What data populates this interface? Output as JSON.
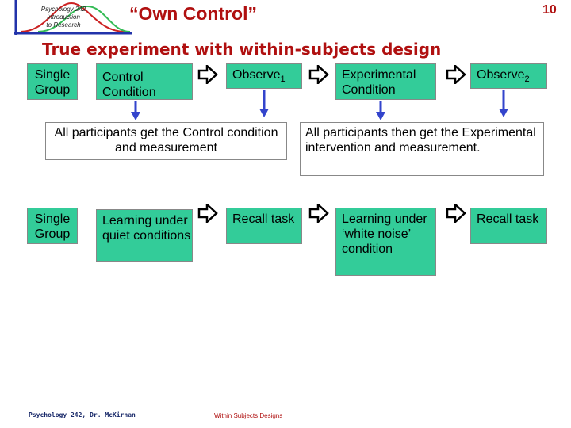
{
  "slide": {
    "title": "“Own Control”",
    "page_number": "10",
    "subtitle": "True experiment with within-subjects design"
  },
  "logo": {
    "line1": "Psychology 242",
    "line2": "Introduction",
    "line3": "to Research"
  },
  "row1": {
    "group": "Single Group",
    "step1": "Control Condition",
    "step2": "Observe",
    "step2_sub": "1",
    "step3": "Experimental Condition",
    "step4": "Observe",
    "step4_sub": "2"
  },
  "notes": {
    "left": "All participants get the Control condition and measurement",
    "right": "All participants then get the Experimental intervention and measurement."
  },
  "row2": {
    "group": "Single Group",
    "step1": "Learning under quiet conditions",
    "step2": "Recall task",
    "step3": "Learning under ‘white noise’ condition",
    "step4": "Recall task"
  },
  "footer": {
    "left": "Psychology 242, Dr. McKirnan",
    "center": "Within Subjects Designs"
  },
  "colors": {
    "box_green": "#33cc99",
    "title_red": "#b01010",
    "arrow_blue": "#3344cc"
  },
  "icons": {
    "right_arrow": "right-arrow-icon",
    "down_arrow": "down-arrow-icon",
    "logo_curve": "bell-curve-logo"
  }
}
